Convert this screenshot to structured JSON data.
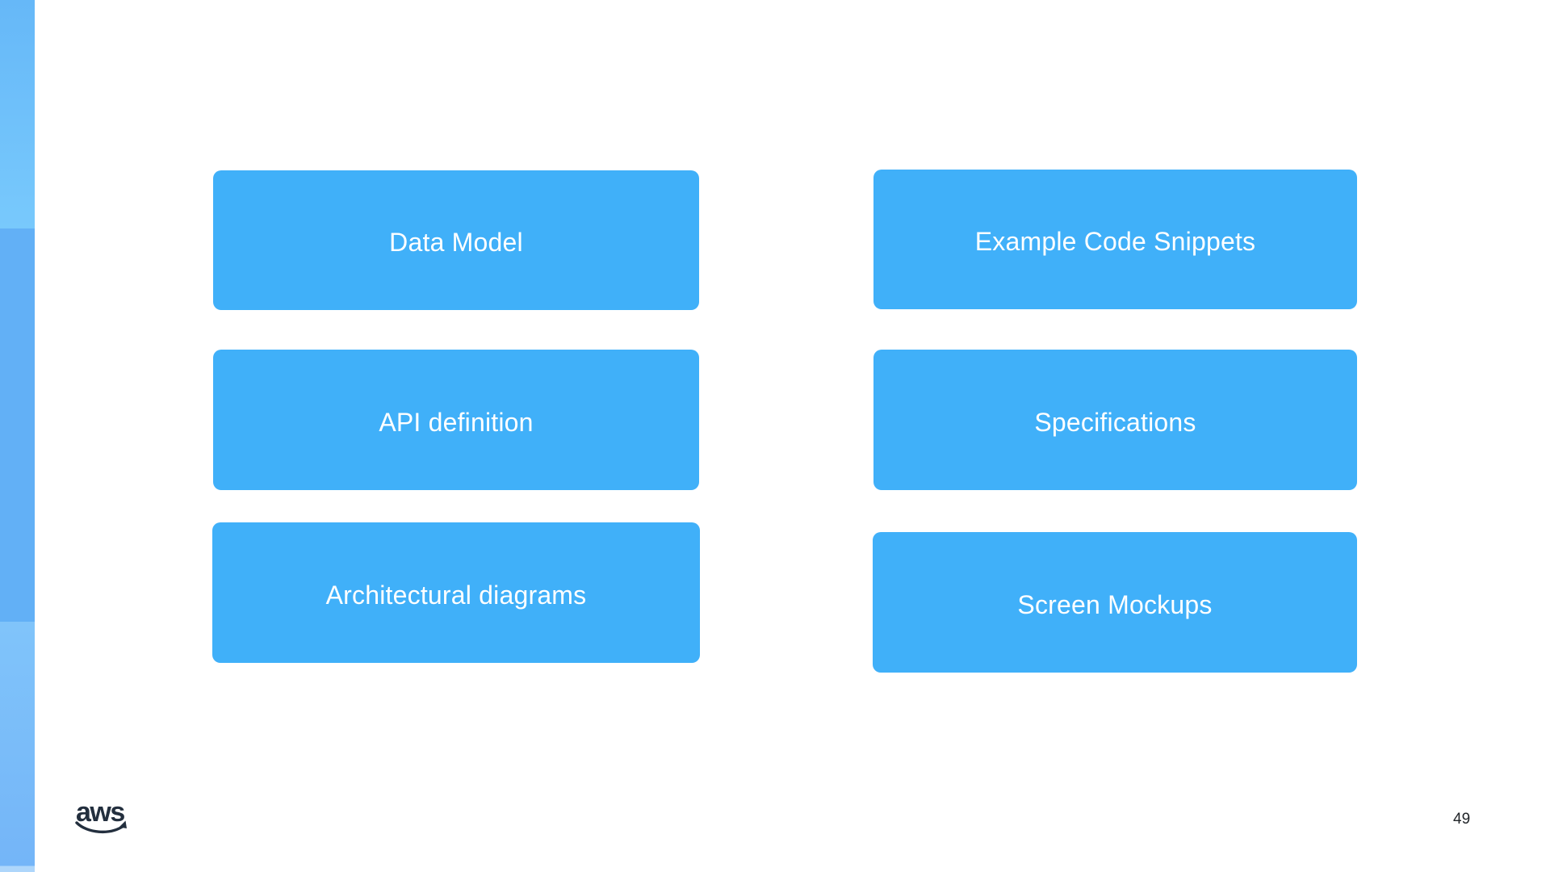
{
  "colors": {
    "box-blue": "#40b0f9",
    "box-text": "#ffffff",
    "stripe-top": "#66b8f8",
    "stripe-top-light": "#78c9fc",
    "stripe-mid": "#62b0f6",
    "stripe-bottom": "#80c4fa",
    "stripe-bottom-deep": "#74b5f8",
    "logo-navy": "#232f3e",
    "page-number-color": "#212529"
  },
  "slide": {
    "page_number": "49",
    "logo_text": "aws"
  },
  "boxes": {
    "left": [
      {
        "label": "Data Model"
      },
      {
        "label": "API definition"
      },
      {
        "label": "Architectural diagrams"
      }
    ],
    "right": [
      {
        "label": "Example Code Snippets"
      },
      {
        "label": "Specifications"
      },
      {
        "label": "Screen Mockups"
      }
    ]
  }
}
